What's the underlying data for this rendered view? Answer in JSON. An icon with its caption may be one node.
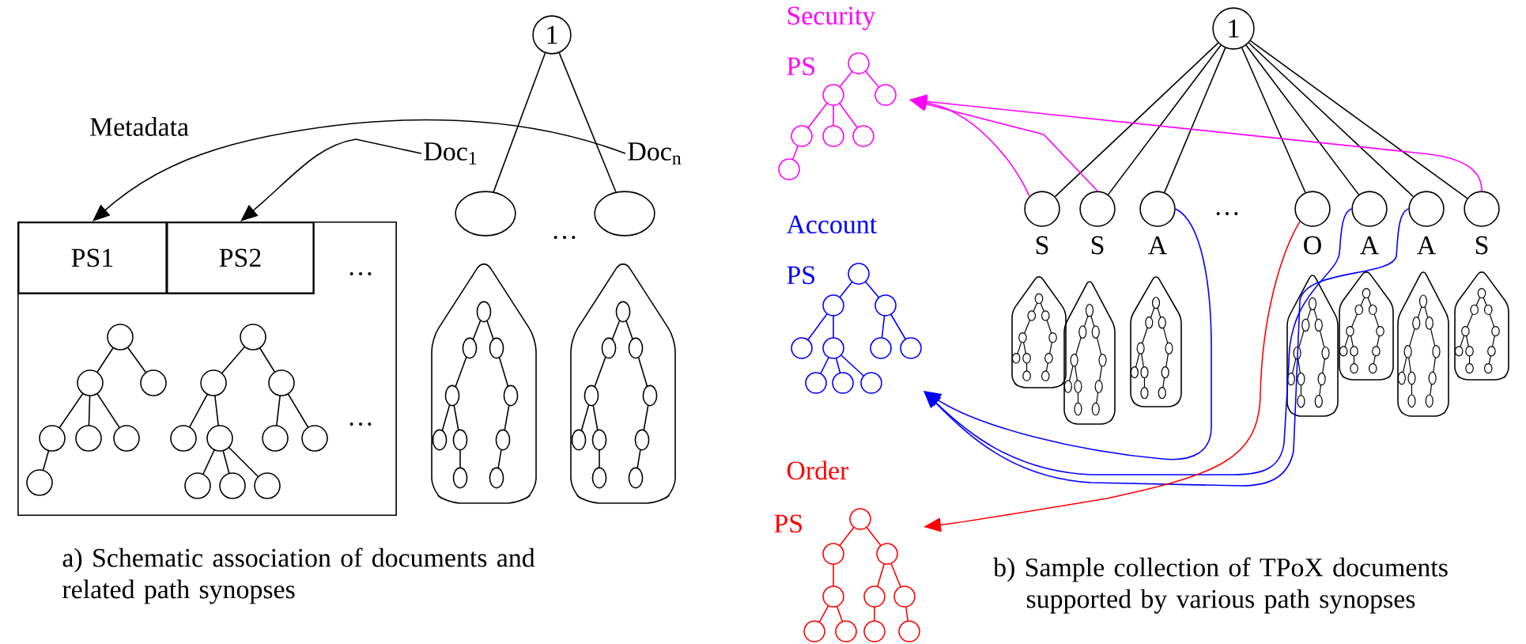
{
  "diagram": {
    "nodes": [
      {
        "text": [
          "1"
        ]
      },
      {
        "text": [
          "Doc$_{1}$"
        ]
      },
      {
        "text": [
          "Doc$_{n}$"
        ]
      },
      {
        "text": [],
        "shape": "circle"
      },
      {
        "text": [],
        "shape": "circle"
      },
      {
        "text": [],
        "shape": "box"
      },
      {
        "text": [
          "PS1"
        ],
        "in": 5
      },
      {
        "text": [
          "PS2"
        ],
        "in": 5
      },
      {
        "text": [
          "Security",
          "PS"
        ]
      },
      {
        "text": [
          "1"
        ]
      },
      {
        "text": [],
        "shape": "circle",
        "beside": [
          "S"
        ]
      },
      {
        "text": [],
        "shape": "circle",
        "beside": [
          "S"
        ]
      },
      {
        "text": [],
        "shape": "circle",
        "beside": [
          "A"
        ]
      },
      {
        "text": [],
        "shape": "circle",
        "beside": [
          "O"
        ]
      },
      {
        "text": [],
        "shape": "circle",
        "beside": [
          "A"
        ]
      },
      {
        "text": [],
        "shape": "circle",
        "beside": [
          "A"
        ]
      },
      {
        "text": [],
        "shape": "circle",
        "beside": [
          "S"
        ]
      },
      {
        "text": [
          "Account",
          "PS"
        ]
      },
      {
        "text": [
          "Order",
          "PS"
        ]
      }
    ],
    "edges": [
      {
        "from": 1,
        "to": 7,
        "arrow": "to"
      },
      {
        "from": 2,
        "to": 6,
        "arrow": "to"
      },
      {
        "from": 0,
        "to": 3,
        "arrow": "none"
      },
      {
        "from": 0,
        "to": 4,
        "arrow": "none"
      },
      {
        "from": 9,
        "to": 10,
        "arrow": "none"
      },
      {
        "from": 9,
        "to": 11,
        "arrow": "none"
      },
      {
        "from": 9,
        "to": 12,
        "arrow": "none"
      },
      {
        "from": 9,
        "to": 13,
        "arrow": "none"
      },
      {
        "from": 9,
        "to": 14,
        "arrow": "none"
      },
      {
        "from": 9,
        "to": 15,
        "arrow": "none"
      },
      {
        "from": 9,
        "to": 16,
        "arrow": "none"
      },
      {
        "from": 10,
        "to": 8,
        "arrow": "to",
        "color": "#ff00ff"
      },
      {
        "from": 11,
        "to": 8,
        "arrow": "to",
        "color": "#ff00ff"
      },
      {
        "from": 16,
        "to": 8,
        "arrow": "to",
        "color": "#ff00ff"
      },
      {
        "from": 12,
        "to": 17,
        "arrow": "to",
        "color": "#0000ff"
      },
      {
        "from": 14,
        "to": 17,
        "arrow": "to",
        "color": "#0000ff"
      },
      {
        "from": 15,
        "to": 17,
        "arrow": "to",
        "color": "#0000ff"
      },
      {
        "from": 13,
        "to": 18,
        "arrow": "to",
        "color": "#ff0000"
      }
    ],
    "labels": [
      "Metadata",
      "…",
      "…",
      "…",
      "…",
      "a) Schematic association of documents and related path synopses",
      "b) Sample collection of TPoX documents supported by various path synopses"
    ]
  }
}
